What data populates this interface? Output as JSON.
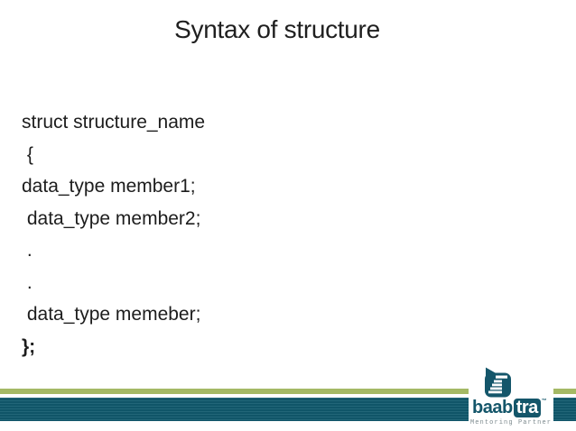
{
  "slide": {
    "title": "Syntax of structure"
  },
  "code_lines": [
    "struct structure_name",
    " {",
    "data_type member1;",
    " data_type member2;",
    " .",
    " .",
    " data_type memeber;",
    "};"
  ],
  "footer": {
    "brand": {
      "first": "baab",
      "second": "tra",
      "trademark": "™",
      "tagline": "Mentoring Partner"
    },
    "colors": {
      "stripe_green": "#a4b965",
      "bar_teal": "#115a6e",
      "brand_teal": "#14566a"
    }
  }
}
